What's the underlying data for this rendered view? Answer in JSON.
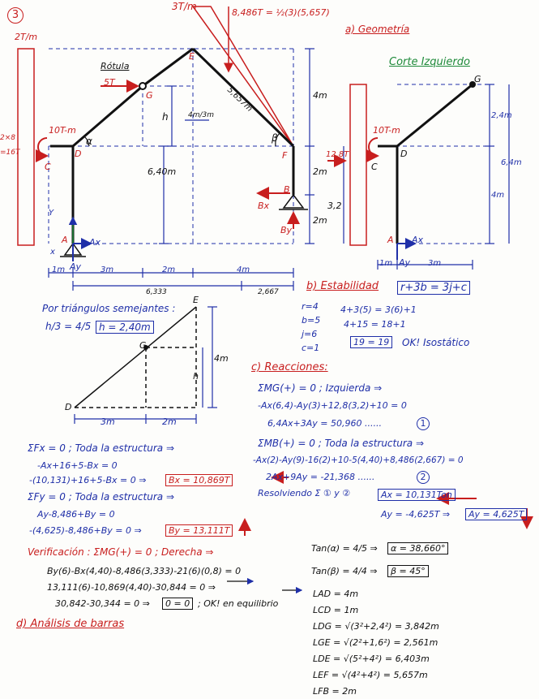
{
  "problem_number": "3",
  "headings": {
    "geometry": "a) Geometría",
    "left_cut": "Corte Izquierdo",
    "stability": "b) Estabilidad",
    "reactions": "c) Reacciones:",
    "bar_analysis": "d) Análisis de barras"
  },
  "labels": {
    "load_top_left": "2T/m",
    "load_top": "3T/m",
    "load_side_top": "2×8",
    "load_side_bottom": "=16T",
    "resultant_top": "8,486T = ½(3)(5,657)",
    "hinge": "Rótula",
    "point_load": "5T",
    "moment": "10T-m",
    "moment_cut": "10T-m",
    "cut_load": "12,8T",
    "node_E": "E",
    "node_G": "G",
    "node_D": "D",
    "node_C": "C",
    "node_A": "A",
    "node_F": "F",
    "node_B": "B",
    "node_G_cut": "G",
    "node_D_cut": "D",
    "node_C_cut": "C",
    "node_A_cut": "A",
    "alpha": "α",
    "beta": "β",
    "h": "h",
    "frac_4m_3m": "4m/3m",
    "dim_640": "6,40m",
    "dim_5657": "5,657m",
    "dim_4m_right": "4m",
    "dim_2m_right": "2m",
    "dim_2m_right_b": "2m",
    "dim_32": "3,2",
    "dim_1m": "1m",
    "dim_3m": "3m",
    "dim_2m": "2m",
    "dim_4m": "4m",
    "dim_6333": "6,333",
    "dim_2667": "2,667",
    "bx": "Bx",
    "by": "By",
    "ax": "Ax",
    "ay": "Ay",
    "x": "x",
    "y": "Y",
    "cut_24m": "2,4m",
    "cut_64m": "6,4m",
    "cut_4m": "4m",
    "cut_ax": "Ax",
    "cut_ay": "Ay",
    "cut_1m": "1m",
    "cut_3m": "3m"
  },
  "stability": {
    "formula": "r+3b = 3j+c",
    "r": "r=4",
    "b": "b=5",
    "j": "j=6",
    "c": "c=1",
    "line1": "4+3(5) = 3(6)+1",
    "line2": "4+15 = 18+1",
    "result": "19 = 19",
    "note": "OK! Isostático"
  },
  "similar_triangles": {
    "title": "Por triángulos semejantes :",
    "eq": "h/3 = 4/5",
    "result": "h = 2,40m",
    "E": "E",
    "G": "G",
    "D": "D",
    "h": "h",
    "dim_4m": "4m",
    "dim_3m": "3m",
    "dim_2m": "2m"
  },
  "reactions": {
    "mg_left": "ΣMG(+) = 0 ; Izquierda ⇒",
    "mg_left_eq": "-Ax(6,4)-Ay(3)+12,8(3,2)+10 = 0",
    "eq1": "6,4Ax+3Ay = 50,960 ......",
    "eq1_tag": "1",
    "mb_all": "ΣMB(+) = 0 ; Toda la estructura ⇒",
    "mb_all_eq": "-Ax(2)-Ay(9)-16(2)+10-5(4,40)+8,486(2,667) = 0",
    "eq2": "2Ax+9Ay = -21,368 ......",
    "eq2_tag": "2",
    "solving": "Resolviendo Σ ① y ②",
    "ax_result": "Ax = 10,131Ton",
    "ay_line": "Ay = -4,625T ⇒",
    "ay_result": "Ay = 4,625T"
  },
  "sum_fx": {
    "title": "ΣFx = 0 ; Toda la estructura ⇒",
    "line1": "-Ax+16+5-Bx = 0",
    "line2": "-(10,131)+16+5-Bx = 0 ⇒",
    "result": "Bx = 10,869T"
  },
  "sum_fy": {
    "title": "ΣFy = 0 ; Toda la estructura ⇒",
    "line1": "Ay-8,486+By = 0",
    "line2": "-(4,625)-8,486+By = 0 ⇒",
    "result": "By = 13,111T"
  },
  "verification": {
    "title": "Verificación : ΣMG(+) = 0 ; Derecha ⇒",
    "line1": "By(6)-Bx(4,40)-8,486(3,333)-21(6)(0,8) = 0",
    "line2": "13,111(6)-10,869(4,40)-30,844 = 0 ⇒",
    "line3": "30,842-30,344 = 0 ⇒",
    "result": "0 = 0",
    "note": "; OK! en equilibrio"
  },
  "angles": {
    "tan_alpha": "Tan(α) = 4/5 ⇒",
    "alpha_result": "α = 38,660°",
    "tan_beta": "Tan(β) = 4/4 ⇒",
    "beta_result": "β = 45°"
  },
  "lengths": [
    "LAD = 4m",
    "LCD = 1m",
    "LDG = √(3²+2,4²) = 3,842m",
    "LGE = √(2²+1,6²) = 2,561m",
    "LDE = √(5²+4²) = 6,403m",
    "LEF = √(4²+4²) = 5,657m",
    "LFB = 2m"
  ],
  "colors": {
    "blue": "#1f2fa8",
    "red": "#c81e1e",
    "green": "#1e8a3a",
    "black": "#111111"
  }
}
